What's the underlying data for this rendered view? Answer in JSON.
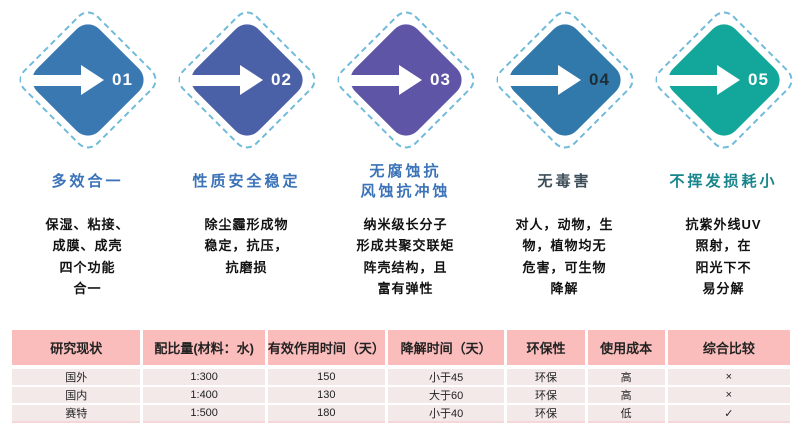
{
  "colors": {
    "dashed_outline": "#70bbdc",
    "table_header_bg": "#fbbcbc",
    "table_row_bg": "#f4e9e9"
  },
  "features": [
    {
      "number": "01",
      "title": "多效合一",
      "description": "保湿、粘接、\n成膜、成壳\n四个功能\n合一",
      "diamond_color": "#3a78b2",
      "number_color": "#ffffff",
      "title_color": "#3b73b8"
    },
    {
      "number": "02",
      "title": "性质安全稳定",
      "description": "除尘霾形成物\n稳定，抗压，\n抗磨损",
      "diamond_color": "#4b61a7",
      "number_color": "#ffffff",
      "title_color": "#3b73b8"
    },
    {
      "number": "03",
      "title": "无腐蚀抗\n风蚀抗冲蚀",
      "description": "纳米级长分子\n形成共聚交联矩\n阵壳结构，且\n富有弹性",
      "diamond_color": "#5e55a6",
      "number_color": "#ffffff",
      "title_color": "#3b73b8"
    },
    {
      "number": "04",
      "title": "无毒害",
      "description": "对人，动物，生\n物，植物均无\n危害，可生物\n降解",
      "diamond_color": "#3079aa",
      "number_color": "#1f2d36",
      "title_color": "#3d4e58"
    },
    {
      "number": "05",
      "title": "不挥发损耗小",
      "description": "抗紫外线UV\n照射，在\n阳光下不\n易分解",
      "diamond_color": "#12a79a",
      "number_color": "#ffffff",
      "title_color": "#17868c"
    }
  ],
  "comparison_table": {
    "headers": [
      "研究现状",
      "配比量(材料：水)",
      "有效作用时间（天）",
      "降解时间（天）",
      "环保性",
      "使用成本",
      "综合比较"
    ],
    "rows": [
      [
        "国外",
        "1:300",
        "150",
        "小于45",
        "环保",
        "高",
        "×"
      ],
      [
        "国内",
        "1:400",
        "130",
        "大于60",
        "环保",
        "高",
        "×"
      ],
      [
        "赛特",
        "1:500",
        "180",
        "小于40",
        "环保",
        "低",
        "✓"
      ]
    ]
  }
}
